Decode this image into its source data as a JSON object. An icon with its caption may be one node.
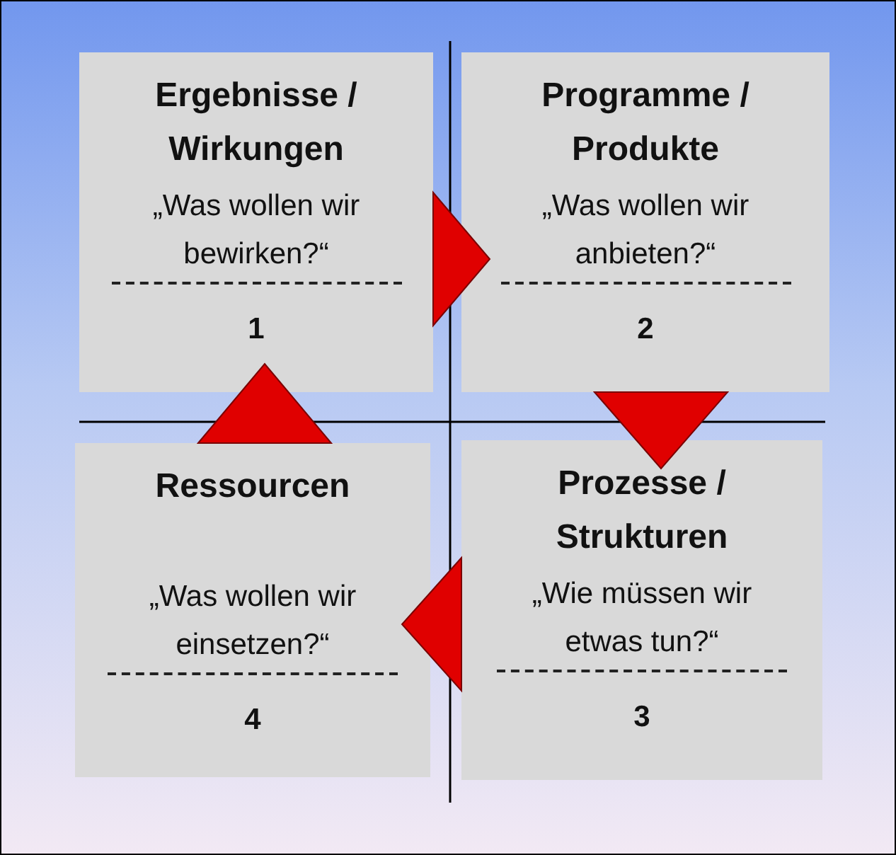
{
  "diagram": {
    "nodes": [
      {
        "text": [
          "Ergebnisse / Wirkungen",
          "„Was wollen wir bewirken?“",
          "1"
        ]
      },
      {
        "text": [
          "Programme / Produkte",
          "„Was wollen wir anbieten?“",
          "2"
        ]
      },
      {
        "text": [
          "Ressourcen",
          "„Was wollen wir einsetzen?“",
          "4"
        ]
      },
      {
        "text": [
          "Prozesse / Strukturen",
          "„Wie müssen wir etwas tun?“",
          "3"
        ]
      }
    ],
    "edges": [
      {
        "from": 0,
        "to": 1,
        "arrow": "to",
        "color": "#e00000"
      },
      {
        "from": 1,
        "to": 3,
        "arrow": "to",
        "color": "#e00000"
      },
      {
        "from": 3,
        "to": 2,
        "arrow": "to",
        "color": "#e00000"
      },
      {
        "from": 2,
        "to": 0,
        "arrow": "to",
        "color": "#e00000"
      }
    ]
  }
}
